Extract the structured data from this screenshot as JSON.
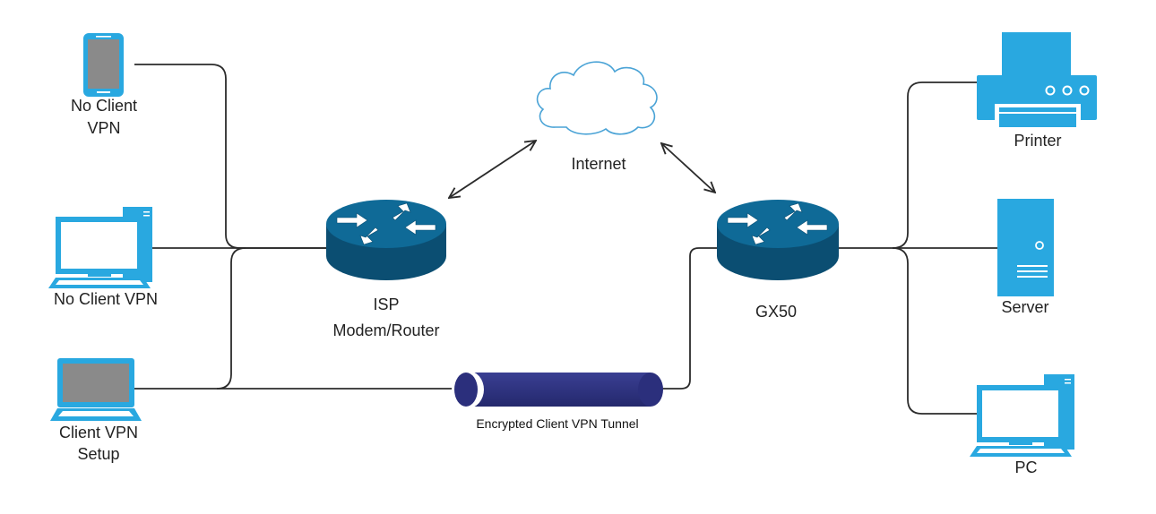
{
  "colors": {
    "device_blue": "#29a8e0",
    "router_blue": "#0d5c83",
    "tunnel_navy": "#2b2f7c",
    "cloud_stroke": "#4aa3d6"
  },
  "nodes": {
    "phone": {
      "icon": "smartphone-icon",
      "label_line1": "No Client",
      "label_line2": "VPN"
    },
    "desktop_left": {
      "icon": "desktop-computer-icon",
      "label": "No Client VPN"
    },
    "laptop": {
      "icon": "laptop-icon",
      "label_line1": "Client VPN",
      "label_line2": "Setup"
    },
    "isp_router": {
      "icon": "router-icon",
      "label_line1": "ISP",
      "label_line2": "Modem/Router"
    },
    "internet": {
      "icon": "cloud-icon",
      "label": "Internet"
    },
    "gx50": {
      "icon": "router-icon",
      "label": "GX50"
    },
    "printer": {
      "icon": "printer-icon",
      "label": "Printer"
    },
    "server": {
      "icon": "server-tower-icon",
      "label": "Server"
    },
    "pc": {
      "icon": "desktop-computer-icon",
      "label": "PC"
    }
  },
  "tunnel": {
    "icon": "vpn-tunnel-icon",
    "label": "Encrypted Client VPN Tunnel"
  }
}
